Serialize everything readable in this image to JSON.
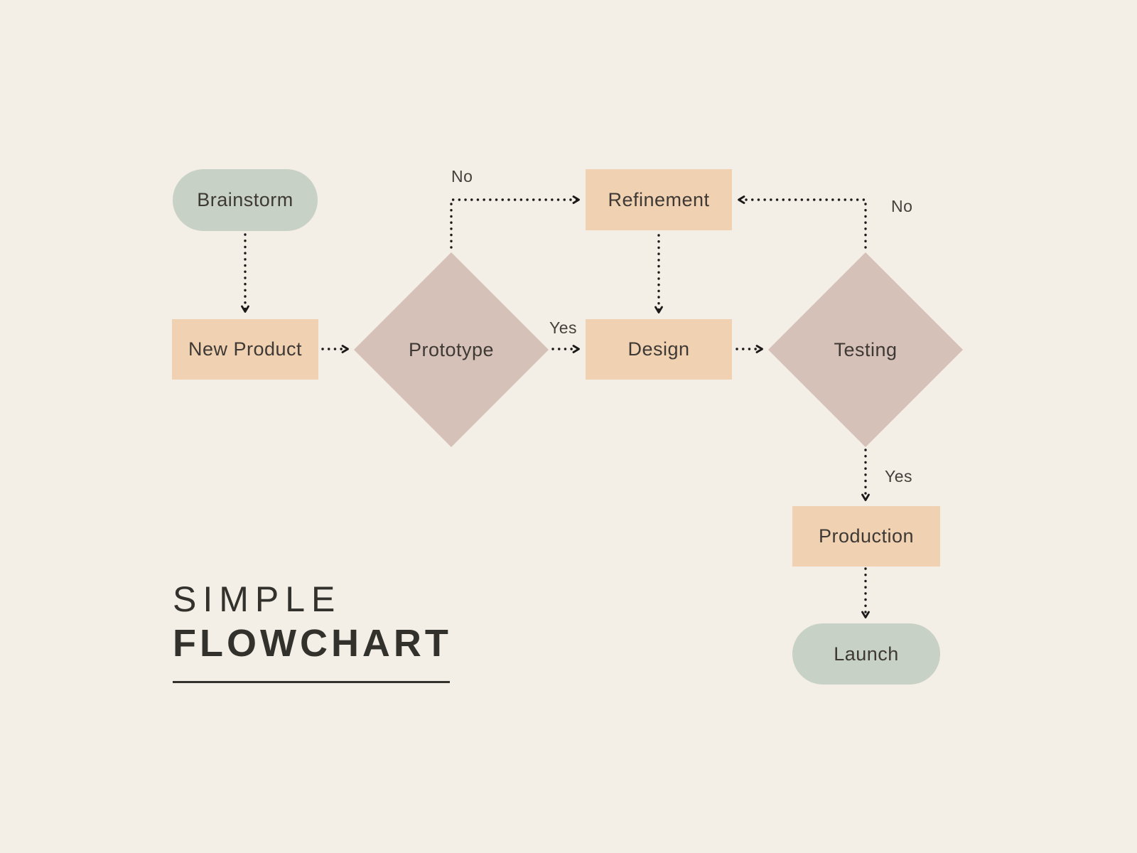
{
  "title": {
    "line1": "SIMPLE",
    "line2": "FLOWCHART"
  },
  "nodes": {
    "brainstorm": {
      "label": "Brainstorm",
      "type": "terminator"
    },
    "new_product": {
      "label": "New Product",
      "type": "process"
    },
    "prototype": {
      "label": "Prototype",
      "type": "decision"
    },
    "refinement": {
      "label": "Refinement",
      "type": "process"
    },
    "design": {
      "label": "Design",
      "type": "process"
    },
    "testing": {
      "label": "Testing",
      "type": "decision"
    },
    "production": {
      "label": "Production",
      "type": "process"
    },
    "launch": {
      "label": "Launch",
      "type": "terminator"
    }
  },
  "edge_labels": {
    "prototype_no": "No",
    "prototype_yes": "Yes",
    "testing_no": "No",
    "testing_yes": "Yes"
  },
  "colors": {
    "background": "#f3eee6",
    "terminator_fill": "#c7d1c5",
    "process_fill": "#f0d2b3",
    "decision_fill": "#d6c1b8",
    "node_text": "#3e3934",
    "edge_label_text": "#45403a",
    "title_text": "#33312c",
    "connector": "#1b1a18"
  }
}
